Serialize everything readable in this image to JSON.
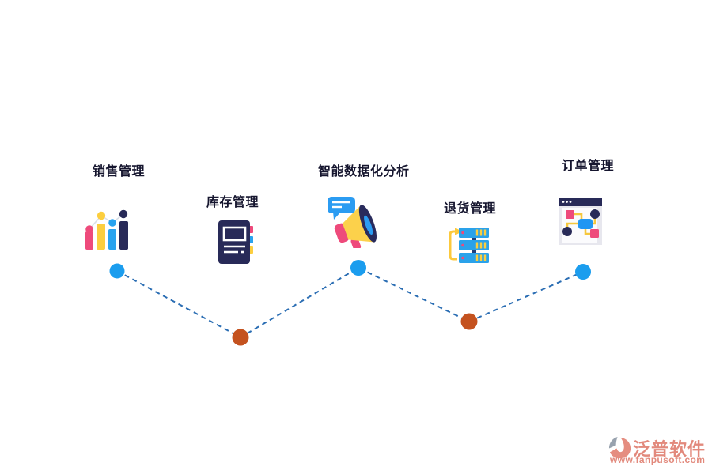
{
  "nodes": [
    {
      "label": "销售管理",
      "icon": "bar-chart-people-icon",
      "dot_color": "#1b9dee"
    },
    {
      "label": "库存管理",
      "icon": "notebook-icon",
      "dot_color": "#c4521f"
    },
    {
      "label": "智能数据化分析",
      "icon": "megaphone-icon",
      "dot_color": "#1b9dee"
    },
    {
      "label": "退货管理",
      "icon": "server-stack-icon",
      "dot_color": "#c4521f"
    },
    {
      "label": "订单管理",
      "icon": "browser-flowchart-icon",
      "dot_color": "#1b9dee"
    }
  ],
  "connector": {
    "color": "#2a6db3",
    "style": "dashed"
  },
  "watermark": {
    "brand": "泛普软件",
    "url": "www.fanpusoft.com",
    "color": "#e2897c"
  },
  "colors": {
    "label_text": "#15152e",
    "pink": "#ee4a7b",
    "yellow": "#fcce3e",
    "blue": "#29a3ef",
    "navy": "#282a58",
    "dot_blue": "#1b9dee",
    "dot_orange": "#c4521f"
  }
}
